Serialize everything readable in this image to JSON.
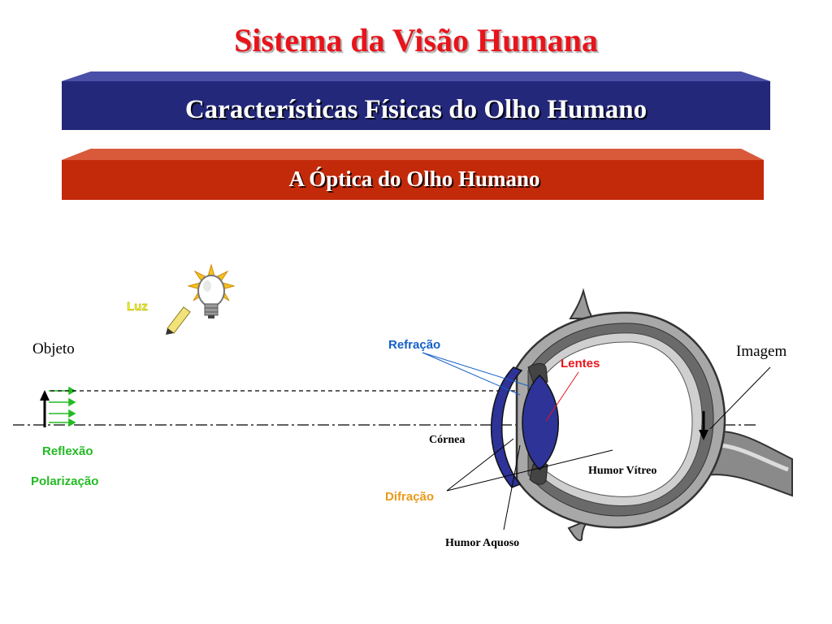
{
  "title": "Sistema da Visão Humana",
  "banner_blue": "Características Físicas do Olho Humano",
  "banner_red": "A Óptica do Olho Humano",
  "labels": {
    "luz": "Luz",
    "objeto": "Objeto",
    "imagem": "Imagem",
    "refracao": "Refração",
    "lentes": "Lentes",
    "cornea": "Córnea",
    "humor_vitreo": "Humor Vítreo",
    "humor_aquoso": "Humor Aquoso",
    "difracao": "Difração",
    "reflexao": "Reflexão",
    "polarizacao": "Polarização"
  },
  "colors": {
    "title": "#e8141b",
    "banner_blue": "#23287a",
    "banner_red": "#c32a0a",
    "lens": "#2e3398",
    "refracao": "#1560c8",
    "lentes": "#e8141b",
    "difracao": "#e89a1b",
    "reflexao": "#22bb22",
    "luz": "#f2f21a"
  },
  "icons": [
    "light-bulb-icon",
    "pointer-pen-icon"
  ]
}
